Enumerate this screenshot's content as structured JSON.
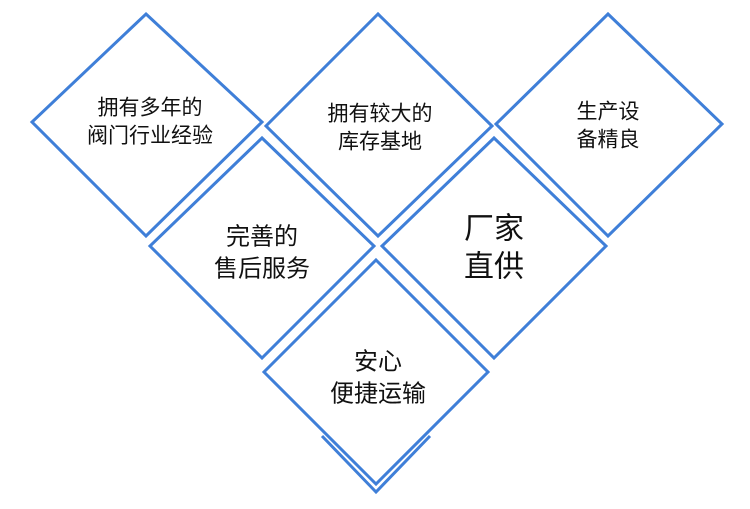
{
  "colors": {
    "outline": "#3f7fd8",
    "fill": "#ffffff",
    "text": "#111111"
  },
  "diamonds": [
    {
      "id": "experience",
      "lines": [
        "拥有多年的",
        "阀门行业经验"
      ]
    },
    {
      "id": "inventory",
      "lines": [
        "拥有较大的",
        "库存基地"
      ]
    },
    {
      "id": "equipment",
      "lines": [
        "生产设",
        "备精良"
      ]
    },
    {
      "id": "after-sales",
      "lines": [
        "完善的",
        "售后服务"
      ]
    },
    {
      "id": "factory-direct",
      "lines": [
        "厂家",
        "直供"
      ]
    },
    {
      "id": "shipping",
      "lines": [
        "安心",
        "便捷运输"
      ]
    }
  ]
}
